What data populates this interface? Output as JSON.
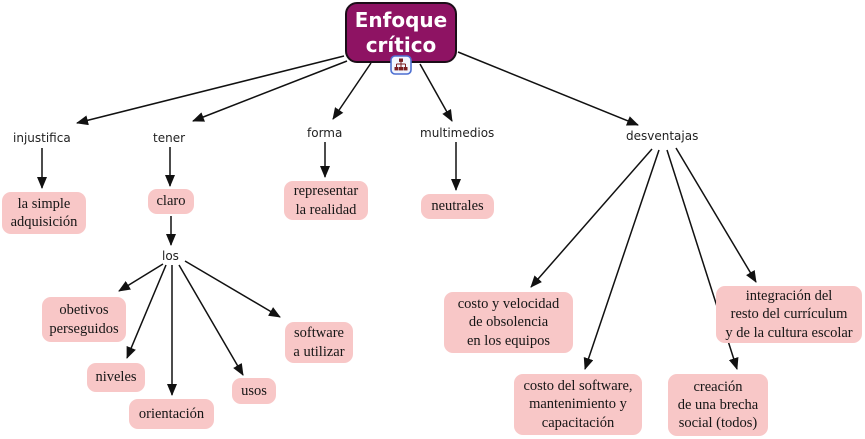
{
  "colors": {
    "background": "#ffffff",
    "root_fill": "#8e1363",
    "root_border": "#1c0d18",
    "root_text": "#ffffff",
    "concept_fill": "#f8c7c7",
    "concept_text": "#161616",
    "label_text": "#1f1f1f",
    "arrow": "#111111",
    "icon_border": "#4d6fd1",
    "icon_glyph": "#7a1f23"
  },
  "root": {
    "text": "Enfoque\ncrítico"
  },
  "expand_icon": {
    "name": "subtree-icon"
  },
  "labels": {
    "injustifica": "injustifica",
    "tener": "tener",
    "forma": "forma",
    "multimedios": "multimedios",
    "desventajas": "desventajas",
    "los": "los"
  },
  "concepts": {
    "adquisicion": "la simple\nadquisición",
    "claro": "claro",
    "representar": "representar\nla realidad",
    "neutrales": "neutrales",
    "obetivos": "obetivos\nperseguidos",
    "niveles": "niveles",
    "orientacion": "orientación",
    "usos": "usos",
    "software": "software\na utilizar",
    "costo_equipos": "costo y velocidad\nde obsolencia\nen los equipos",
    "costo_software": "costo del software,\nmantenimiento y\ncapacitación",
    "brecha": "creación\nde una brecha\nsocial (todos)",
    "integracion": "integración del\nresto del currículum\ny de la cultura escolar"
  }
}
